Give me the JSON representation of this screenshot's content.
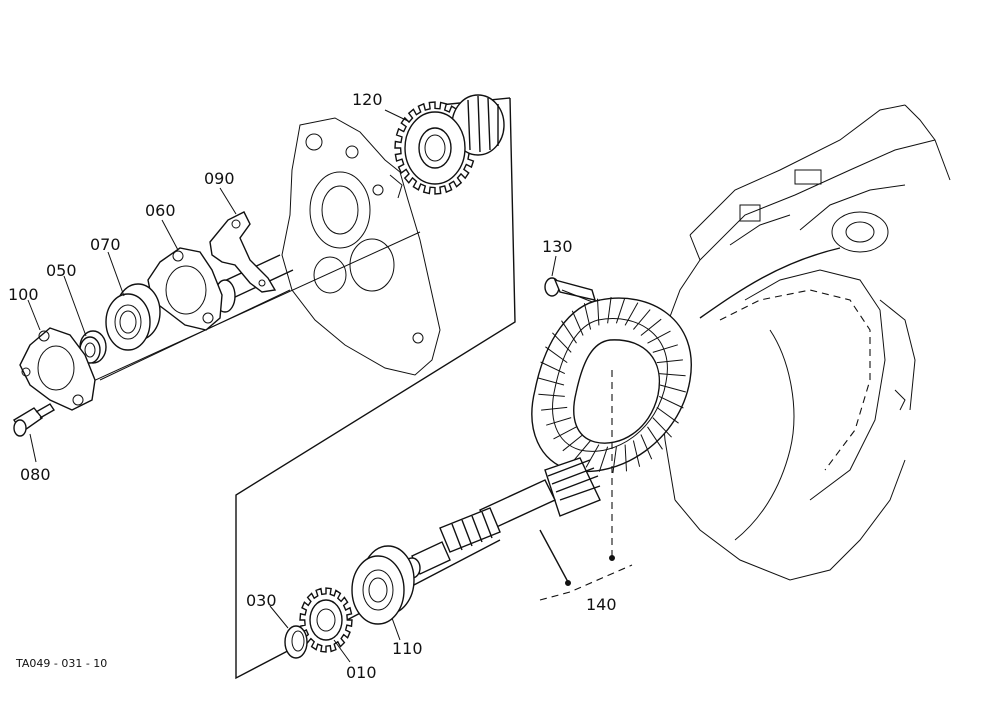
{
  "figure_code": "TA049 - 031 - 10",
  "callouts": {
    "p010": "010",
    "p030": "030",
    "p050": "050",
    "p060": "060",
    "p070": "070",
    "p080": "080",
    "p090": "090",
    "p100": "100",
    "p110": "110",
    "p120": "120",
    "p130": "130",
    "p140": "140"
  }
}
